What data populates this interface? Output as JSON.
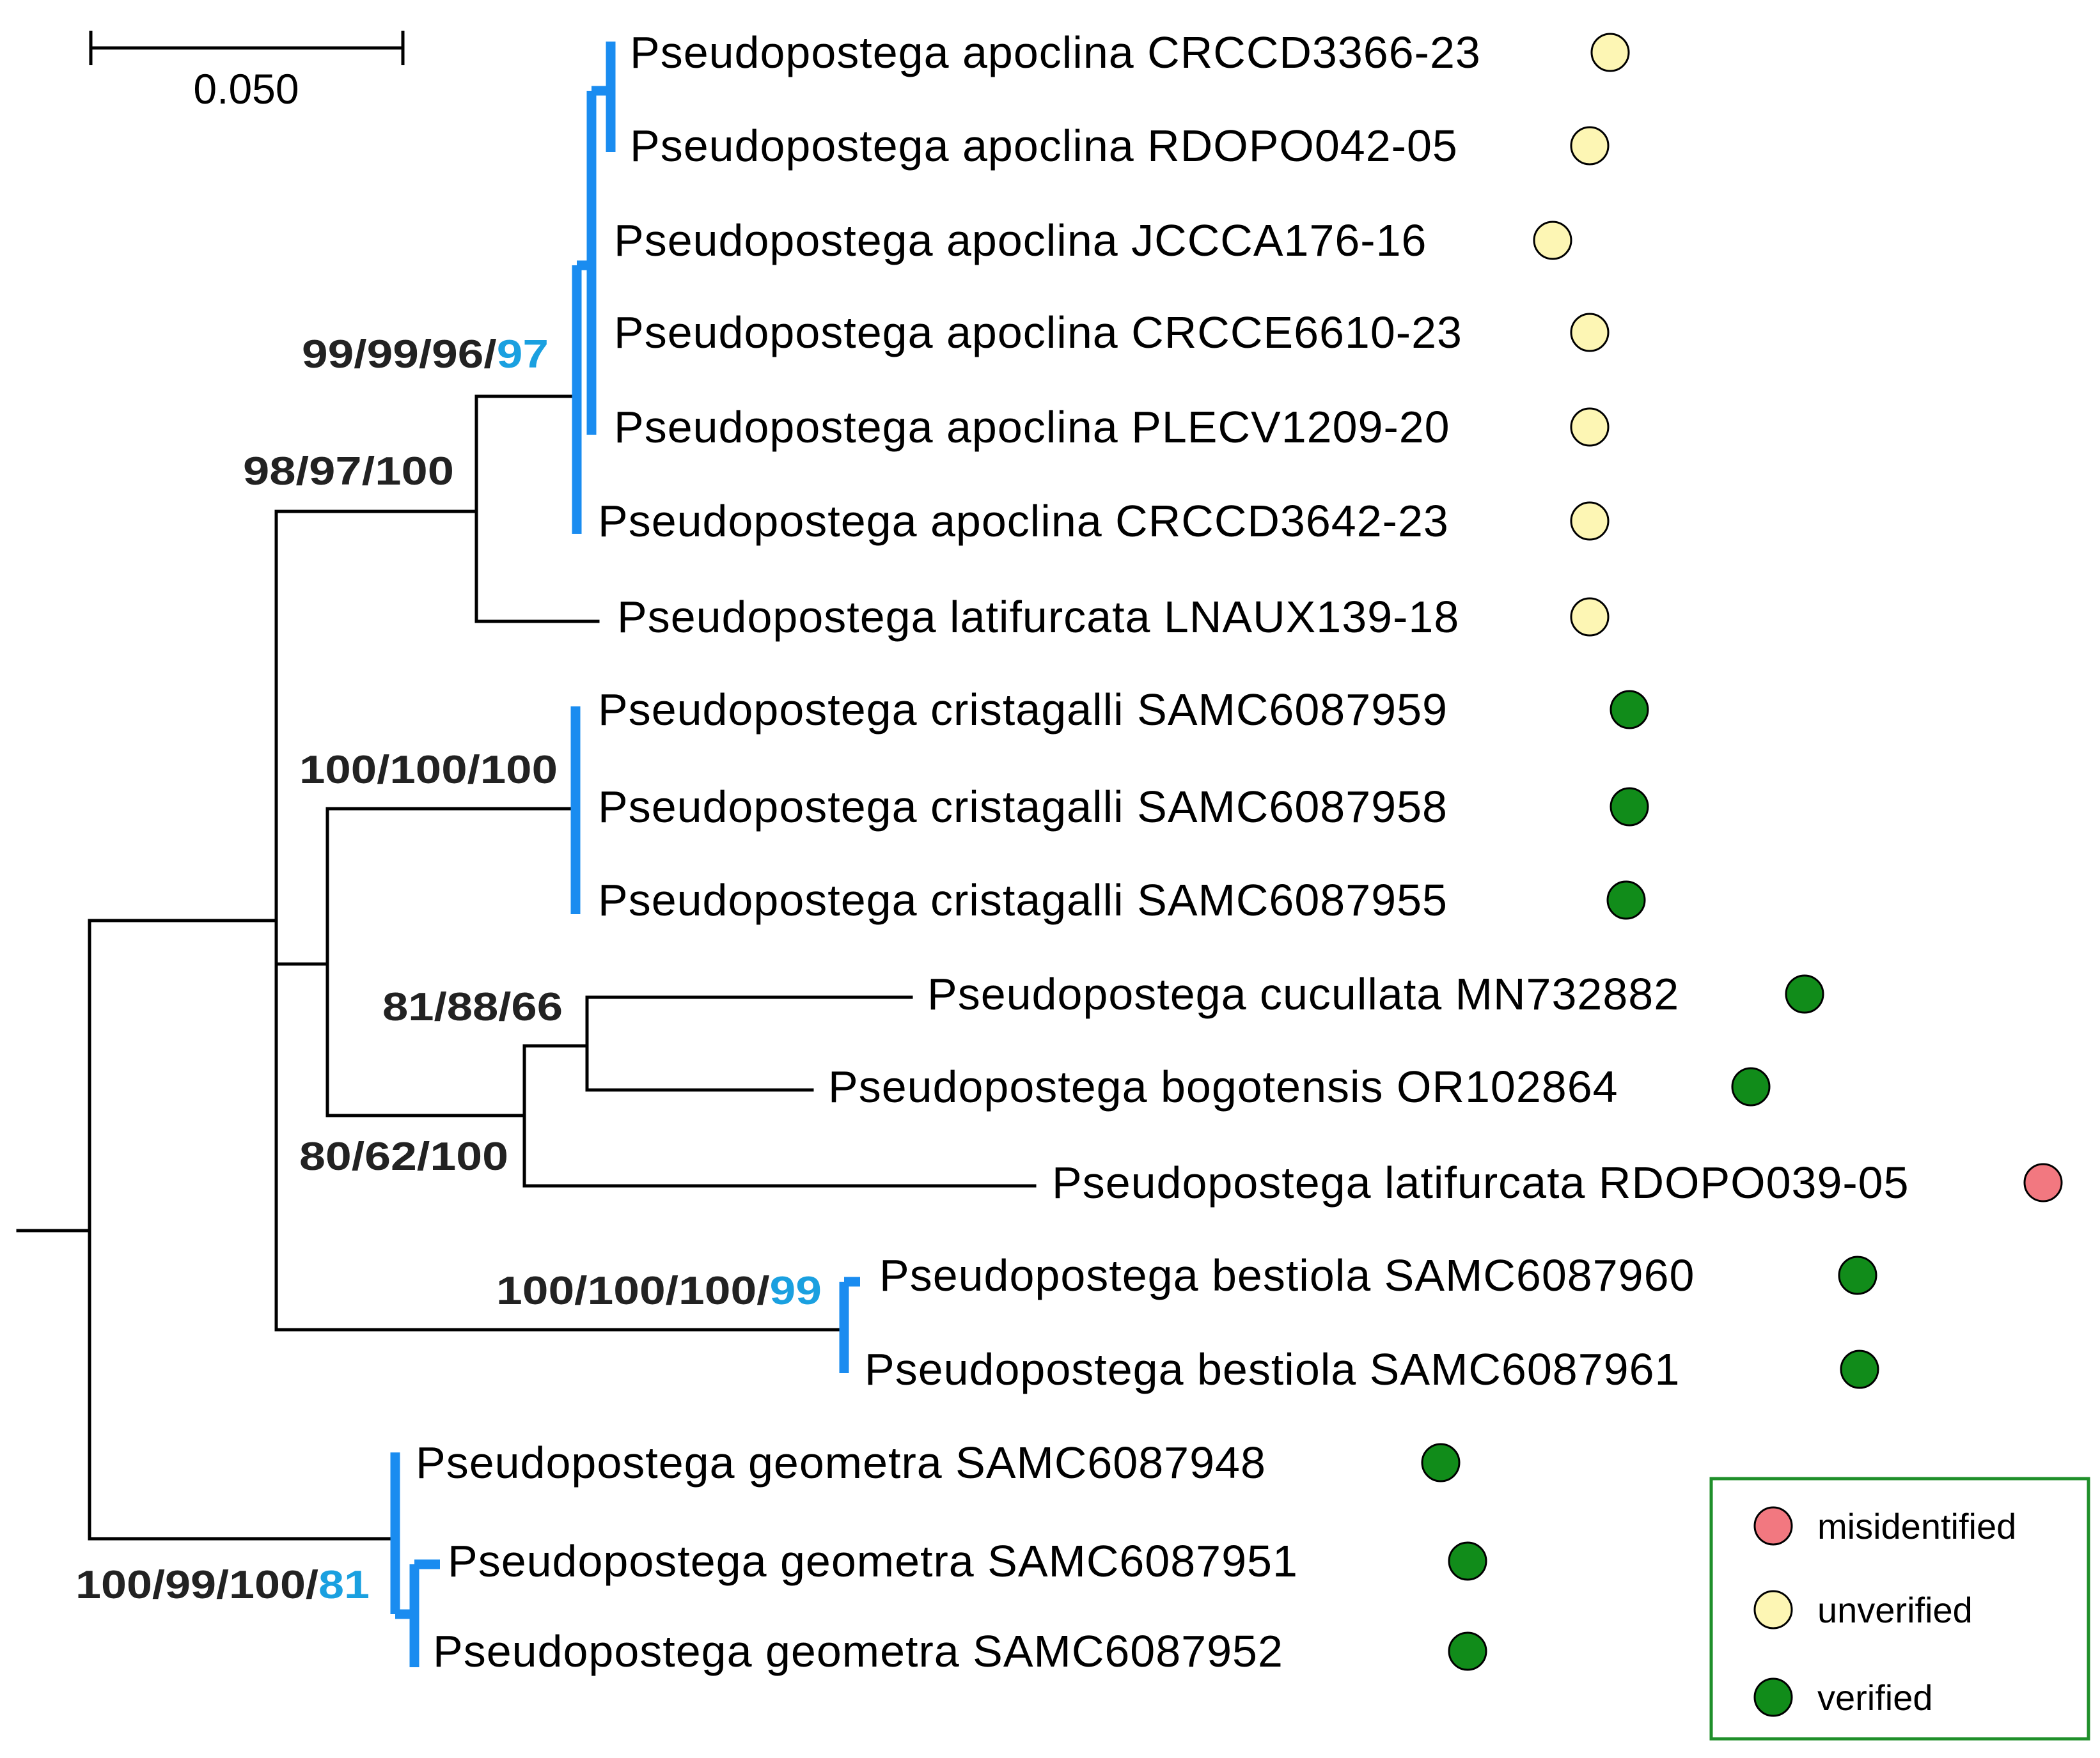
{
  "scale_bar": {
    "label": "0.050"
  },
  "colors": {
    "branch": "#000000",
    "highlight": "#1a8cf0",
    "highlight_text": "#1aa0e0",
    "misidentified": "#f27880",
    "unverified": "#fdf6b4",
    "verified": "#118c1a"
  },
  "taxa": [
    {
      "label": "Pseudopostega apoclina CRCCD3366-23",
      "status": "unverified"
    },
    {
      "label": "Pseudopostega apoclina RDOPO042-05",
      "status": "unverified"
    },
    {
      "label": "Pseudopostega apoclina JCCCA176-16",
      "status": "unverified"
    },
    {
      "label": "Pseudopostega apoclina CRCCE6610-23",
      "status": "unverified"
    },
    {
      "label": "Pseudopostega apoclina PLECV1209-20",
      "status": "unverified"
    },
    {
      "label": "Pseudopostega apoclina CRCCD3642-23",
      "status": "unverified"
    },
    {
      "label": "Pseudopostega latifurcata LNAUX139-18",
      "status": "unverified"
    },
    {
      "label": "Pseudopostega cristagalli  SAMC6087959",
      "status": "verified"
    },
    {
      "label": "Pseudopostega cristagalli  SAMC6087958",
      "status": "verified"
    },
    {
      "label": "Pseudopostega cristagalli  SAMC6087955",
      "status": "verified"
    },
    {
      "label": "Pseudopostega cucullata MN732882",
      "status": "verified"
    },
    {
      "label": "Pseudopostega bogotensis OR102864",
      "status": "verified"
    },
    {
      "label": "Pseudopostega latifurcata RDOPO039-05",
      "status": "misidentified"
    },
    {
      "label": "Pseudopostega bestiola SAMC6087960",
      "status": "verified"
    },
    {
      "label": "Pseudopostega bestiola  SAMC6087961",
      "status": "verified"
    },
    {
      "label": "Pseudopostega geometra SAMC6087948",
      "status": "verified"
    },
    {
      "label": "Pseudopostega geometra SAMC6087951",
      "status": "verified"
    },
    {
      "label": "Pseudopostega geometra SAMC6087952",
      "status": "verified"
    }
  ],
  "support_values": [
    {
      "name": "apoclina-clade",
      "main": "99/99/96/",
      "extra": "97"
    },
    {
      "name": "apoclina-latifurcata",
      "main": "98/97/100",
      "extra": ""
    },
    {
      "name": "cristagalli-clade",
      "main": "100/100/100",
      "extra": ""
    },
    {
      "name": "cucullata-bogotensis",
      "main": "81/88/66",
      "extra": ""
    },
    {
      "name": "cucullata-bogotensis-latifurcata",
      "main": "80/62/100",
      "extra": ""
    },
    {
      "name": "bestiola-clade",
      "main": "100/100/100/",
      "extra": "99"
    },
    {
      "name": "geometra-clade",
      "main": "100/99/100/",
      "extra": "81"
    }
  ],
  "legend": {
    "items": [
      {
        "label": "misidentified",
        "status": "misidentified"
      },
      {
        "label": "unverified",
        "status": "unverified"
      },
      {
        "label": "verified",
        "status": "verified"
      }
    ]
  }
}
